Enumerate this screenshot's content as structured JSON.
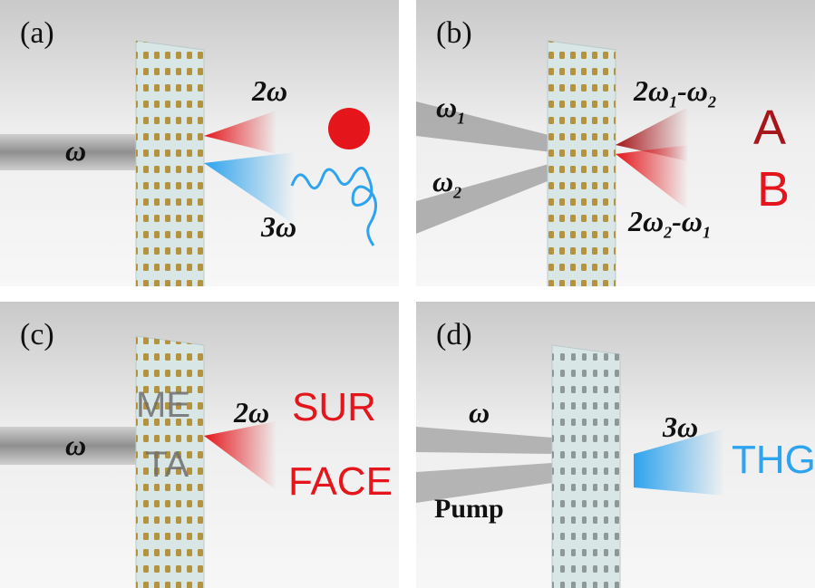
{
  "panels": {
    "a": {
      "label": "(a)",
      "input": "ω",
      "out1": "2ω",
      "out2": "3ω"
    },
    "b": {
      "label": "(b)",
      "in1": "ω",
      "in1_sub": "1",
      "in2": "ω",
      "in2_sub": "2",
      "out1": {
        "p1": "2ω",
        "s1": "1",
        "p2": "-ω",
        "s2": "2"
      },
      "out2": {
        "p1": "2ω",
        "s1": "2",
        "p2": "-ω",
        "s2": "1"
      },
      "letter1": "A",
      "letter2": "B"
    },
    "c": {
      "label": "(c)",
      "input": "ω",
      "out": "2ω",
      "meta_1": "ME",
      "meta_2": "TA",
      "word_1": "SUR",
      "word_2": "FACE"
    },
    "d": {
      "label": "(d)",
      "input": "ω",
      "pump": "Pump",
      "out": "3ω",
      "word": "THG"
    }
  },
  "colors": {
    "red": "#e4161b",
    "dark_red": "#a4161a",
    "blue": "#2ea3ee",
    "beam": "#9a9a9a",
    "gold": "#b08a2e"
  }
}
